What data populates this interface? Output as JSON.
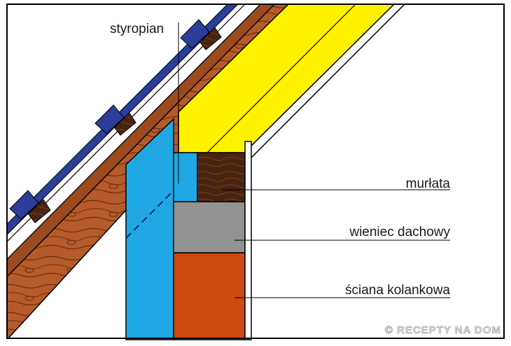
{
  "labels": {
    "styropian": "styropian",
    "murlata": "murłata",
    "wieniec": "wieniec dachowy",
    "sciana": "ściana kolankowa"
  },
  "watermark": "© RECEPTY NA DOM",
  "colors": {
    "frame": "#000000",
    "wood_light": "#b55a2a",
    "wood_dark": "#5a2a12",
    "tile_blue": "#2b3e9a",
    "insulation_yellow": "#fff200",
    "styrofoam_blue": "#1fa8e4",
    "wallplate_brown": "#4a2412",
    "ring_beam_gray": "#939393",
    "knee_wall_orange": "#cc4a0f",
    "background": "#ffffff"
  }
}
